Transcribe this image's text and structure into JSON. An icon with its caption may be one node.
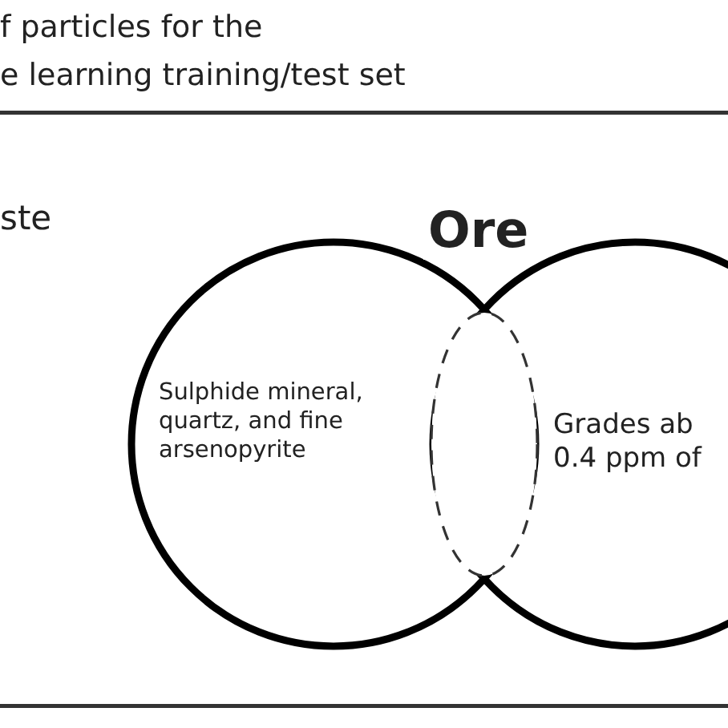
{
  "diagram": {
    "nodes": [
      {
        "text": [
          "Sulphide mineral, quartz, and fine arsenopyrite"
        ]
      },
      {
        "text": [
          "Grades ab 0.4 ppm of"
        ]
      },
      {
        "text": [],
        "shape": "ellipse"
      }
    ],
    "edges": [],
    "labels": [
      "f particles for the",
      "e learning training/test set",
      "ste",
      "Ore"
    ]
  }
}
